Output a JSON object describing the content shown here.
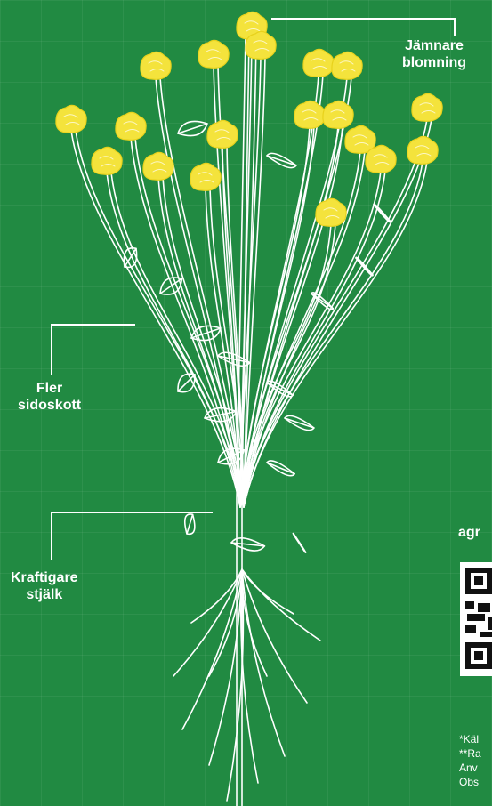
{
  "colors": {
    "background": "#218a42",
    "flower": "#f4e33c",
    "line": "#ffffff"
  },
  "callouts": {
    "top_right": {
      "line1": "Jämnare",
      "line2": "blomning"
    },
    "middle_left": {
      "line1": "Fler",
      "line2": "sidoskott"
    },
    "bottom_left": {
      "line1": "Kraftigare",
      "line2": "stjälk"
    }
  },
  "right_panel": {
    "url_fragment": "agr",
    "footnotes": [
      "*Käl",
      "**Ra",
      "Anv",
      "Obs"
    ]
  }
}
